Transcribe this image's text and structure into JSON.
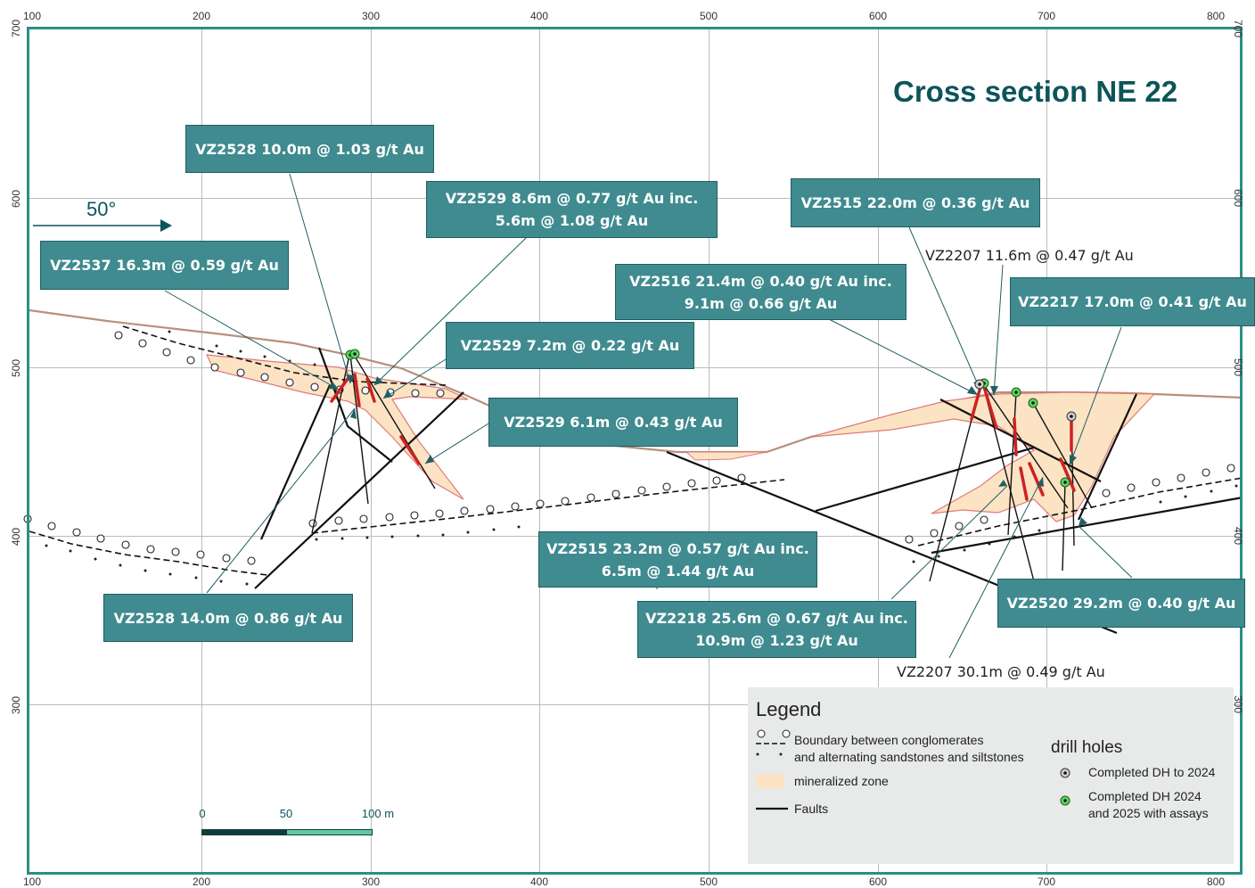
{
  "title": "Cross section NE 22",
  "dip_label": "50°",
  "axis": {
    "x_ticks": [
      "100",
      "200",
      "300",
      "400",
      "500",
      "600",
      "700",
      "800"
    ],
    "y_ticks": [
      "700",
      "600",
      "500",
      "400",
      "300"
    ]
  },
  "callouts": [
    {
      "id": "vz2528-top",
      "lines": [
        "VZ2528 10.0m @ 1.03 g/t Au"
      ]
    },
    {
      "id": "vz2529-a",
      "lines": [
        "VZ2529 8.6m @ 0.77 g/t Au inc.",
        "5.6m @ 1.08 g/t Au"
      ]
    },
    {
      "id": "vz2515-top",
      "lines": [
        "VZ2515 22.0m @ 0.36 g/t Au"
      ]
    },
    {
      "id": "vz2537",
      "lines": [
        "VZ2537 16.3m @ 0.59 g/t Au"
      ]
    },
    {
      "id": "vz2516",
      "lines": [
        "VZ2516 21.4m @ 0.40 g/t Au inc.",
        "9.1m @ 0.66 g/t Au"
      ]
    },
    {
      "id": "vz2217",
      "lines": [
        "VZ2217 17.0m @ 0.41 g/t Au"
      ]
    },
    {
      "id": "vz2529-b",
      "lines": [
        "VZ2529 7.2m @ 0.22 g/t Au"
      ]
    },
    {
      "id": "vz2529-c",
      "lines": [
        "VZ2529 6.1m @ 0.43 g/t Au"
      ]
    },
    {
      "id": "vz2515-bottom",
      "lines": [
        "VZ2515 23.2m @ 0.57 g/t Au inc.",
        "6.5m @ 1.44 g/t Au"
      ]
    },
    {
      "id": "vz2528-bottom",
      "lines": [
        "VZ2528 14.0m @ 0.86 g/t Au"
      ]
    },
    {
      "id": "vz2218",
      "lines": [
        "VZ2218 25.6m @ 0.67 g/t Au inc.",
        "10.9m @ 1.23 g/t Au"
      ]
    },
    {
      "id": "vz2520",
      "lines": [
        "VZ2520 29.2m @ 0.40 g/t Au"
      ]
    }
  ],
  "plain_labels": {
    "vz2207_top": "VZ2207 11.6m @ 0.47 g/t Au",
    "vz2207_bottom": "VZ2207 30.1m @ 0.49 g/t Au"
  },
  "legend": {
    "title": "Legend",
    "boundary_line1": "Boundary between conglomerates",
    "boundary_line2": "and alternating sandstones and siltstones",
    "mineralized": "mineralized zone",
    "faults": "Faults",
    "drill_title": "drill holes",
    "completed_2024": "Completed DH to 2024",
    "completed_2025_line1": "Completed DH 2024",
    "completed_2025_line2": "and 2025 with assays"
  },
  "scale_bar": {
    "labels": [
      "0",
      "50",
      "100 m"
    ]
  },
  "colors": {
    "callout_fill": "#3f8b8f",
    "title": "#0d5459",
    "mineralized": "#fbe3c4",
    "intercept": "#cc2222",
    "frame": "#2a8f86"
  }
}
